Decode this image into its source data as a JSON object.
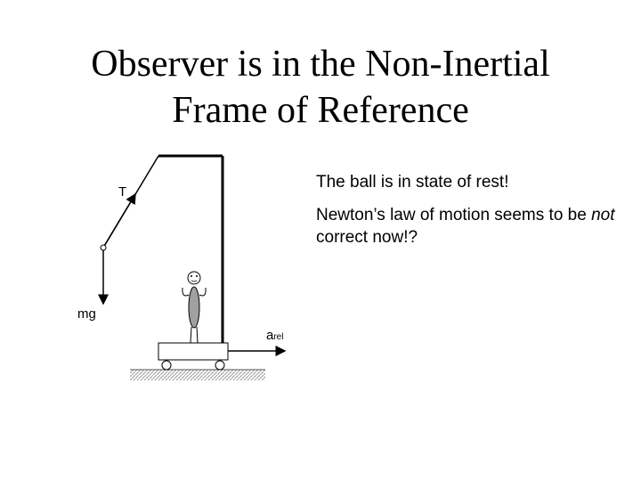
{
  "title": {
    "line1": "Observer is in the Non-Inertial",
    "line2": "Frame of Reference"
  },
  "bullets": {
    "b1": "The ball is in state of rest!",
    "b2_part1": "Newton’s law of motion seems to be ",
    "b2_italic": "not",
    "b2_part2": " correct now!?"
  },
  "diagram": {
    "tension_label": "T",
    "weight_label": "mg",
    "accel_label_main": "a",
    "accel_label_sub": "rel"
  }
}
